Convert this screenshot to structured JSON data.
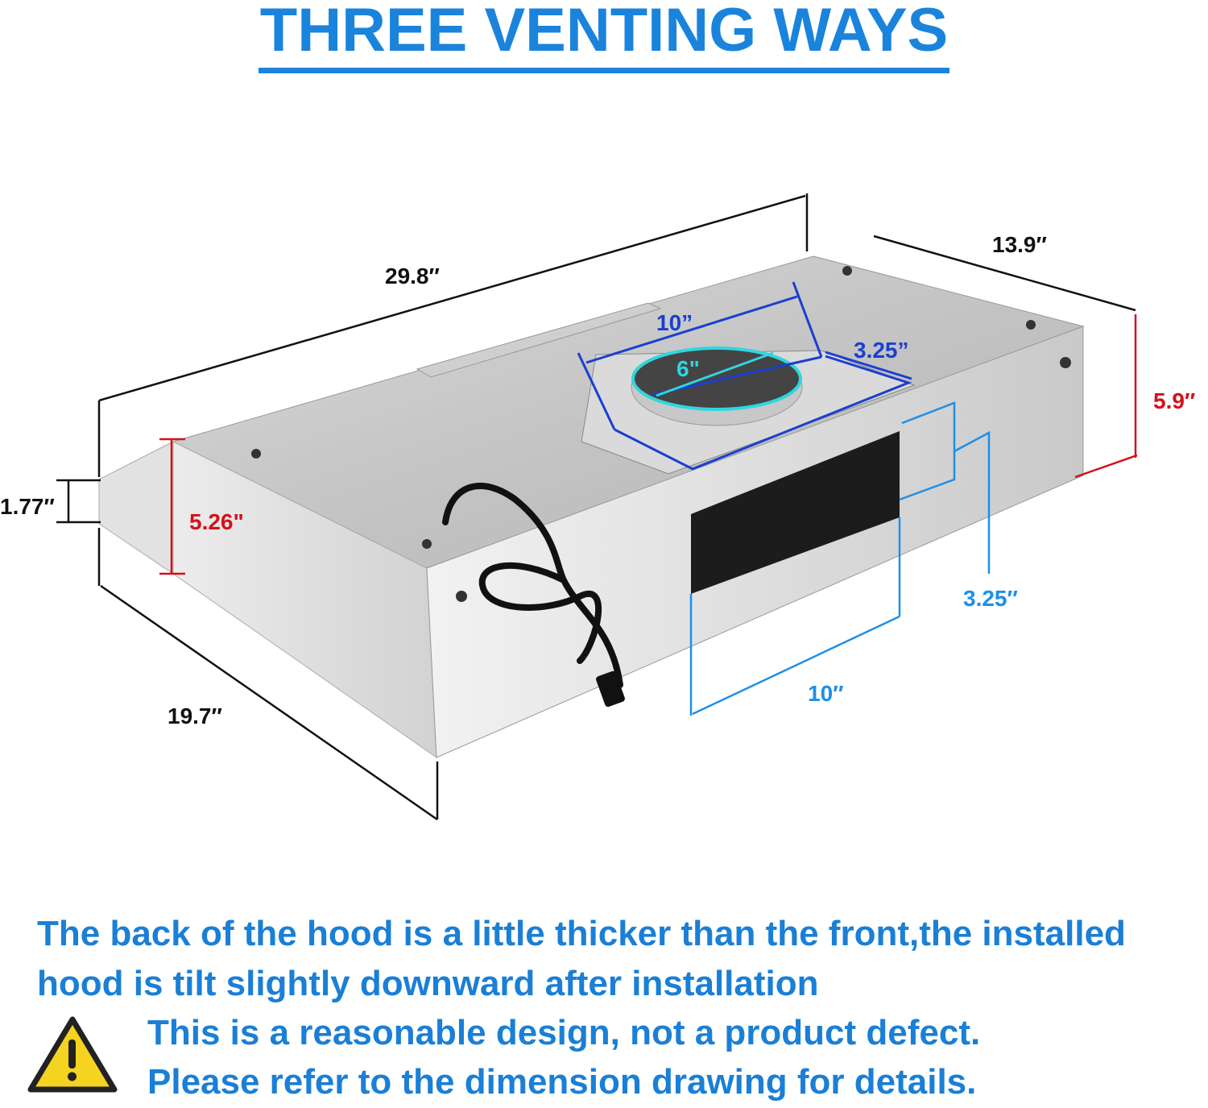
{
  "title": "THREE VENTING WAYS",
  "dimensions": {
    "width": "29.8″",
    "depth": "13.9″",
    "back_height": "5.9″",
    "front_lip": "1.77″",
    "side_height": "5.26\"",
    "side_depth": "19.7″",
    "top_vent_width": "10”",
    "top_vent_depth": "3.25”",
    "round_duct": "6\"",
    "rear_vent_height": "3.25″",
    "rear_vent_width": "10″"
  },
  "colors": {
    "title": "#1a84dc",
    "red_dim": "#d4111b",
    "blue_dim": "#1a3fcf",
    "light_blue_dim": "#1e8fe8",
    "cyan": "#2fd6df"
  },
  "notes": {
    "line1": "The back of the hood is a little thicker than the front,the installed",
    "line2": "hood is tilt slightly downward after installation",
    "line3": "This is a reasonable design, not a product defect.",
    "line4": "Please refer to the dimension drawing for details."
  }
}
